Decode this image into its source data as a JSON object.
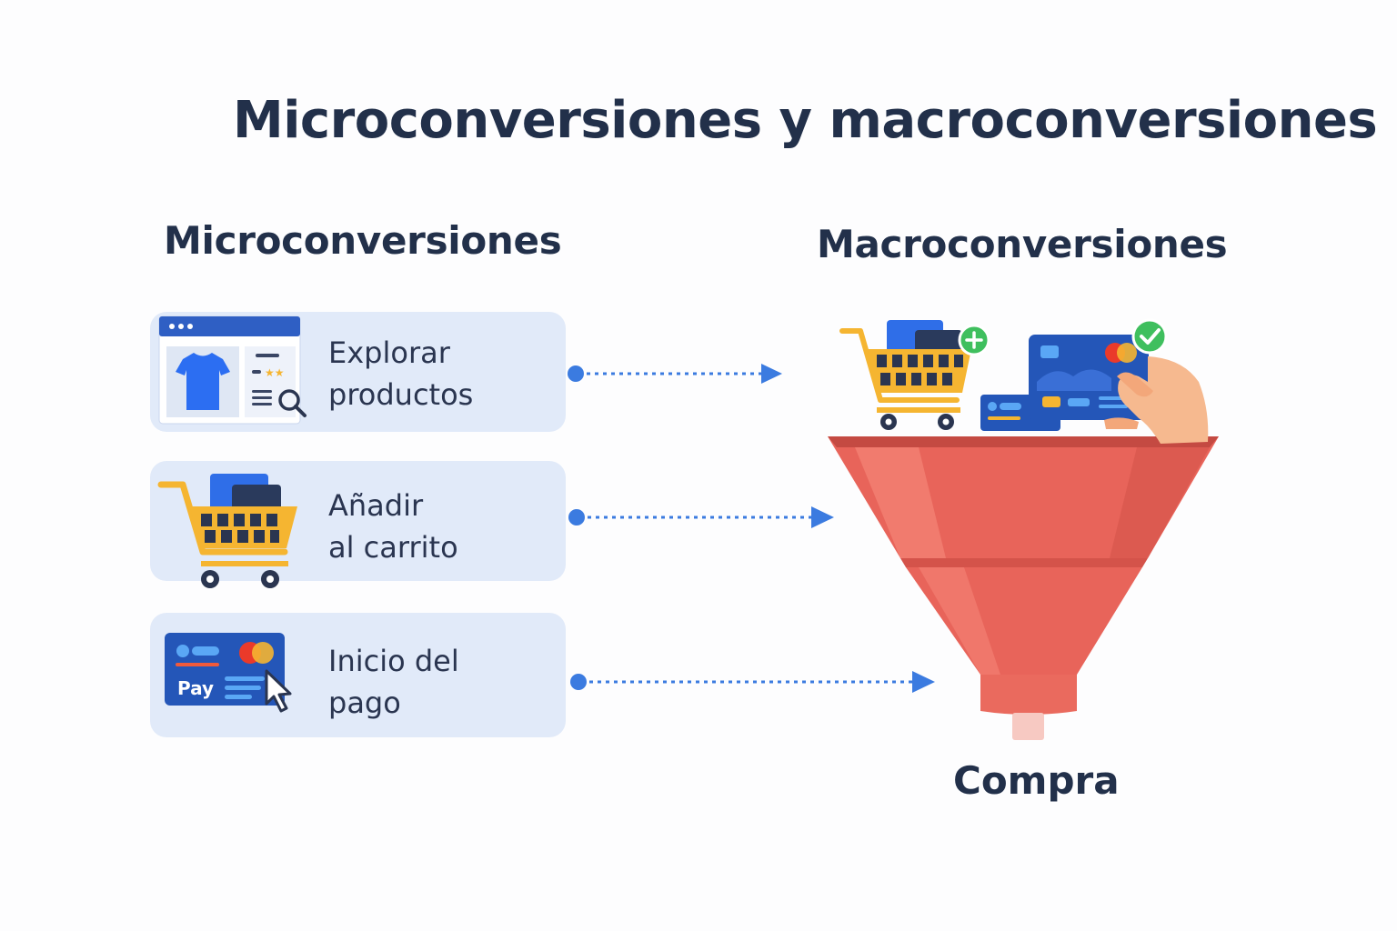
{
  "title": "Microconversiones y macroconversiones",
  "micro": {
    "heading": "Microconversiones",
    "items": [
      {
        "line1": "Explorar",
        "line2": "productos",
        "icon": "browse-products-icon"
      },
      {
        "line1": "Añadir",
        "line2": "al carrito",
        "icon": "shopping-cart-icon"
      },
      {
        "line1": "Inicio del",
        "line2": "pago",
        "icon": "payment-card-icon"
      }
    ],
    "pay_label": "Pay"
  },
  "macro": {
    "heading": "Macroconversiones",
    "result": "Compra",
    "icons": [
      "shopping-cart-icon",
      "credit-card-icon",
      "hand-icon",
      "check-icon",
      "plus-icon",
      "funnel-icon"
    ]
  },
  "colors": {
    "text": "#22304a",
    "card_bg": "#e1eaf9",
    "connector": "#3b7be0",
    "funnel": "#e8645a",
    "funnel_light": "#f27a6c",
    "cart_yellow": "#f5b531",
    "card_blue": "#2456b8"
  }
}
